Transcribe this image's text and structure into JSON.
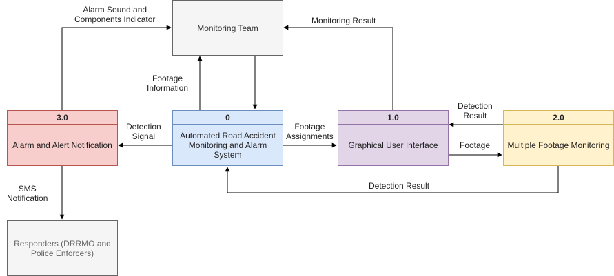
{
  "nodes": {
    "monitoring_team": {
      "label": "Monitoring Team"
    },
    "system": {
      "number": "0",
      "label": "Automated Road Accident Monitoring and Alarm System"
    },
    "gui": {
      "number": "1.0",
      "label": "Graphical User Interface"
    },
    "multi_footage": {
      "number": "2.0",
      "label": "Multiple Footage Monitoring"
    },
    "alarm": {
      "number": "3.0",
      "label": "Alarm and Alert Notification"
    },
    "responders": {
      "label": "Responders (DRRMO and Police Enforcers)"
    }
  },
  "flows": {
    "alarm_sound": "Alarm Sound and\nComponents Indicator",
    "monitoring_result": "Monitoring Result",
    "footage_information": "Footage\nInformation",
    "detection_signal": "Detection\nSignal",
    "footage_assignments": "Footage\nAssignments",
    "detection_result_top": "Detection\nResult",
    "footage": "Footage",
    "detection_result_bottom": "Detection Result",
    "sms_notification": "SMS\nNotification"
  },
  "colors": {
    "monitoring_team_fill": "#f5f5f5",
    "system_fill": "#dae8fc",
    "system_stroke": "#6c8ebf",
    "gui_fill": "#e1d5e7",
    "gui_stroke": "#9673a6",
    "multi_fill": "#fff2cc",
    "multi_stroke": "#d6b656",
    "alarm_fill": "#f8cecc",
    "alarm_stroke": "#b85450",
    "responders_fill": "#f5f5f5",
    "responders_text": "#666666",
    "edge": "#000000"
  }
}
